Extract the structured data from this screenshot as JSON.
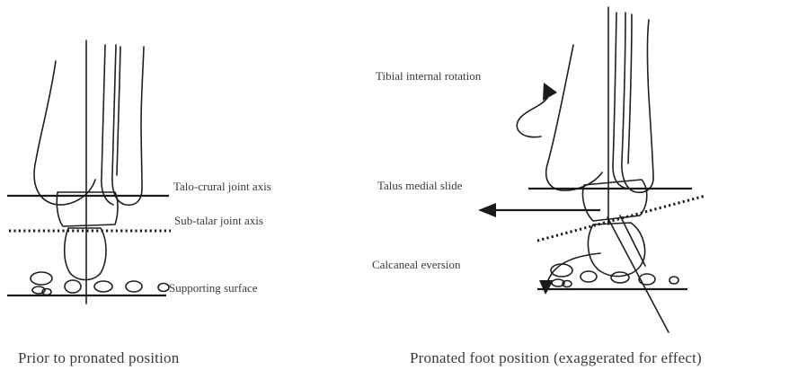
{
  "left_panel": {
    "labels": {
      "talo_crural": "Talo-crural joint axis",
      "sub_talar": "Sub-talar joint axis",
      "supporting": "Supporting surface"
    },
    "caption": "Prior to pronated position"
  },
  "right_panel": {
    "labels": {
      "tibial_rotation": "Tibial internal rotation",
      "talus_slide": "Talus medial slide",
      "calcaneal_eversion": "Calcaneal eversion"
    },
    "caption": "Pronated foot position (exaggerated for effect)"
  },
  "colors": {
    "ink": "#1f1f1f",
    "text": "#3a3a3a",
    "background": "#ffffff"
  }
}
